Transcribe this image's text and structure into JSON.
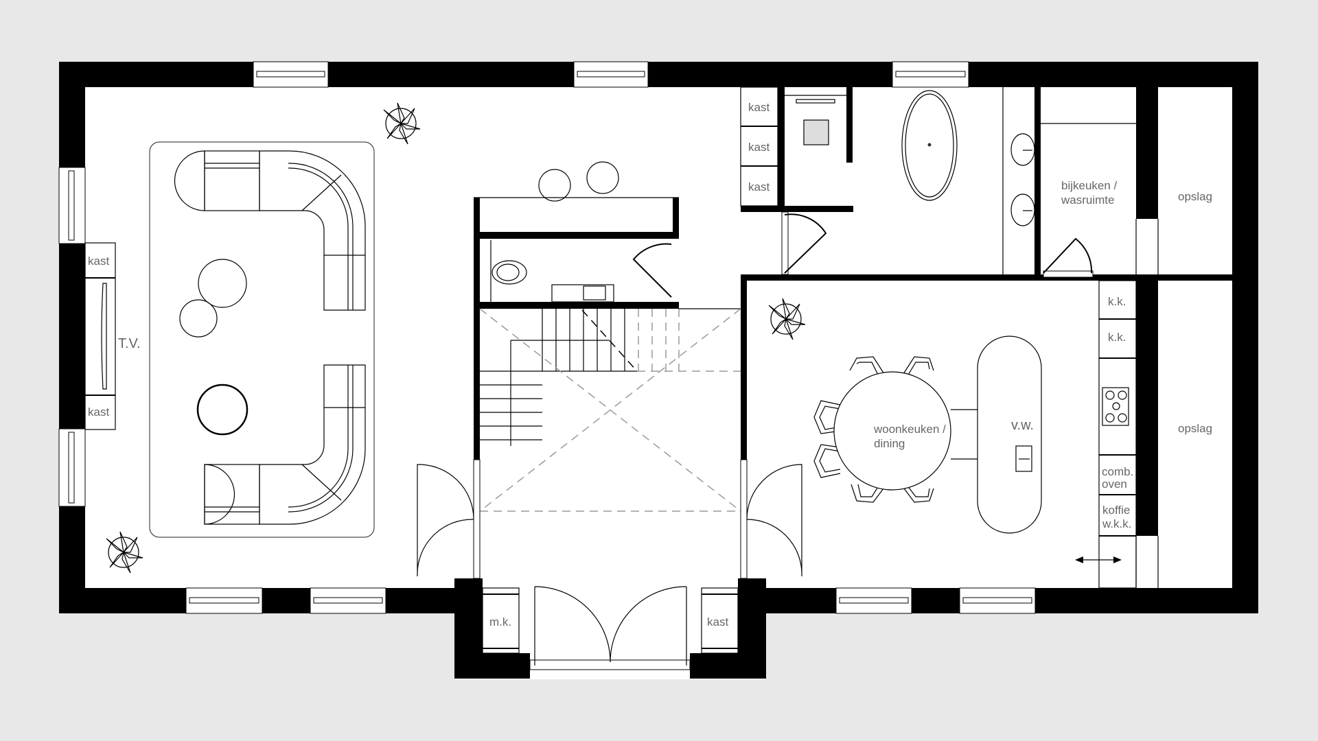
{
  "plan": {
    "background": "#e8e8e8",
    "wall_color": "#000000",
    "floor_color": "#ffffff",
    "label_color": "#666666"
  },
  "rooms": {
    "living_tv": "T.V.",
    "living_kast_top": "kast",
    "living_kast_bottom": "kast",
    "bath_kast_1": "kast",
    "bath_kast_2": "kast",
    "bath_kast_3": "kast",
    "utility": "bijkeuken /",
    "utility_2": "wasruimte",
    "storage_top": "opslag",
    "storage_bottom": "opslag",
    "kitchen": "woonkeuken /",
    "kitchen_2": "dining",
    "island": "v.w.",
    "fridge_1": "k.k.",
    "fridge_2": "k.k.",
    "oven": "comb.",
    "oven_2": "oven",
    "coffee": "koffie",
    "coffee_2": "w.k.k.",
    "entry_left": "m.k.",
    "entry_right": "kast"
  }
}
